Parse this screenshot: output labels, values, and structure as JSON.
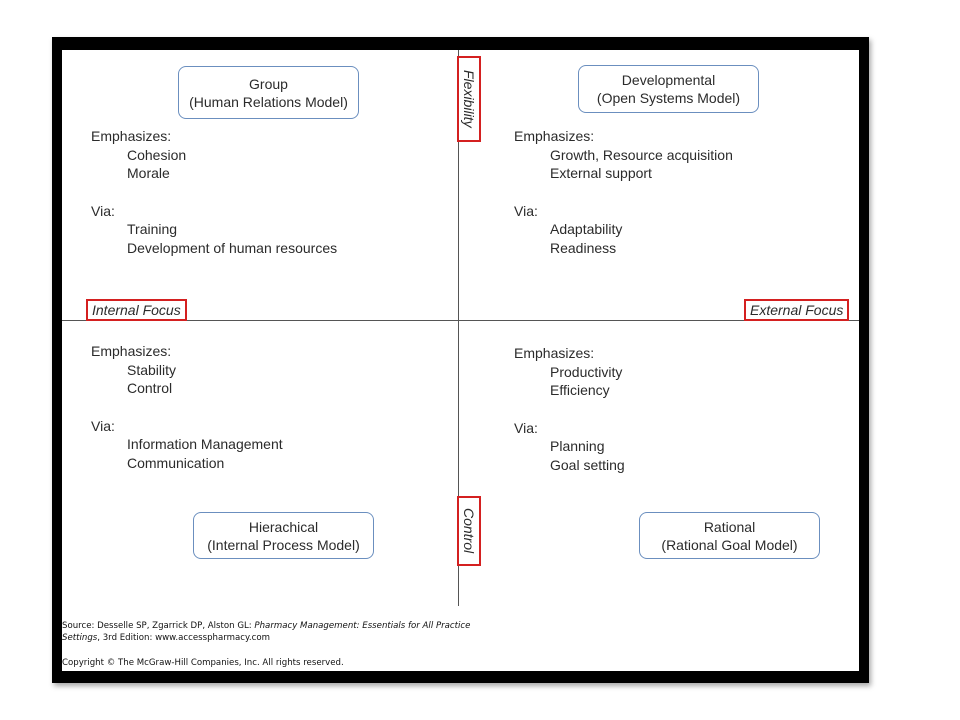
{
  "quadrants": {
    "top_left": {
      "title_line1": "Group",
      "title_line2": "(Human Relations Model)",
      "emphasizes_heading": "Emphasizes:",
      "emphasizes": [
        "Cohesion",
        "Morale"
      ],
      "via_heading": "Via:",
      "via": [
        "Training",
        "Development of human resources"
      ]
    },
    "top_right": {
      "title_line1": "Developmental",
      "title_line2": "(Open Systems Model)",
      "emphasizes_heading": "Emphasizes:",
      "emphasizes": [
        "Growth, Resource acquisition",
        "External support"
      ],
      "via_heading": "Via:",
      "via": [
        "Adaptability",
        "Readiness"
      ]
    },
    "bottom_left": {
      "title_line1": "Hierachical",
      "title_line2": "(Internal Process Model)",
      "emphasizes_heading": "Emphasizes:",
      "emphasizes": [
        "Stability",
        "Control"
      ],
      "via_heading": "Via:",
      "via": [
        "Information Management",
        "Communication"
      ]
    },
    "bottom_right": {
      "title_line1": "Rational",
      "title_line2": "(Rational Goal Model)",
      "emphasizes_heading": "Emphasizes:",
      "emphasizes": [
        "Productivity",
        "Efficiency"
      ],
      "via_heading": "Via:",
      "via": [
        "Planning",
        "Goal setting"
      ]
    }
  },
  "axes": {
    "top": "Flexibility",
    "bottom": "Control",
    "left": "Internal Focus",
    "right": "External Focus"
  },
  "source": {
    "prefix": "Source: Desselle SP, Zgarrick DP, Alston GL: ",
    "book_title": "Pharmacy Management: Essentials for All Practice Settings",
    "suffix": ", 3rd Edition: www.accesspharmacy.com",
    "copyright": "Copyright © The McGraw-Hill Companies, Inc. All rights reserved."
  },
  "colors": {
    "highlight_border": "#d42020",
    "box_border": "#6b8fbf",
    "frame": "#000000"
  }
}
